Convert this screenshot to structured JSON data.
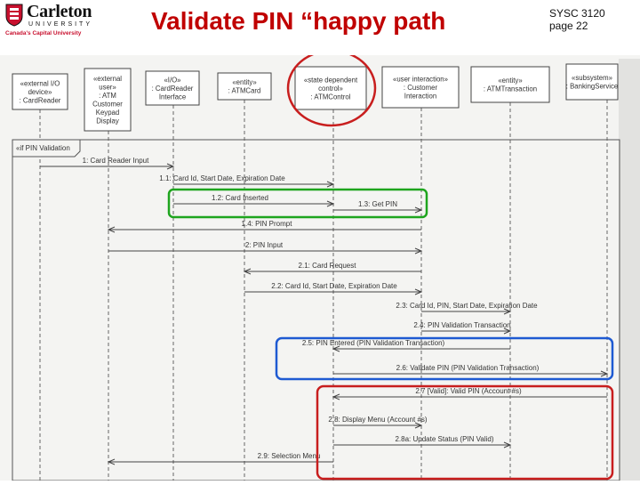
{
  "header": {
    "logo": {
      "name": "Carleton",
      "university": "UNIVERSITY",
      "tagline": "Canada's Capital University"
    },
    "title": "Validate PIN “happy path",
    "course": "SYSC 3120",
    "page": "page 22"
  },
  "colors": {
    "title": "#c00000",
    "highlight_red": "#c81e1e",
    "highlight_green": "#1ea51e",
    "highlight_blue": "#1e5ad2",
    "ink": "#333333"
  },
  "diagram": {
    "fragment_label": "«if PIN Validation",
    "lifelines": [
      {
        "lines": [
          "«external I/O",
          "device»",
          ": CardReader"
        ]
      },
      {
        "lines": [
          "«external",
          "user»",
          ": ATM",
          "Customer",
          "Keypad",
          "Display"
        ]
      },
      {
        "lines": [
          "«I/O»",
          ": CardReader",
          "Interface"
        ]
      },
      {
        "lines": [
          "«entity»",
          ": ATMCard"
        ]
      },
      {
        "lines": [
          "«state dependent",
          "control»",
          ": ATMControl"
        ]
      },
      {
        "lines": [
          "«user interaction»",
          ": Customer",
          "Interaction"
        ]
      },
      {
        "lines": [
          "«entity»",
          ": ATMTransaction"
        ]
      },
      {
        "lines": [
          "«subsystem»",
          ": BankingService"
        ]
      }
    ],
    "messages": [
      {
        "label": "1: Card Reader Input"
      },
      {
        "label": "1.1: Card Id, Start Date, Expiration Date"
      },
      {
        "label": "1.2: Card Inserted"
      },
      {
        "label": "1.3: Get PIN"
      },
      {
        "label": "1.4: PIN Prompt"
      },
      {
        "label": "2: PIN Input"
      },
      {
        "label": "2.1: Card Request"
      },
      {
        "label": "2.2: Card Id, Start Date, Expiration Date"
      },
      {
        "label": "2.3: Card Id, PIN, Start Date, Expiration Date"
      },
      {
        "label": "2.4: PIN Validation Transaction"
      },
      {
        "label": "2.5: PIN Entered (PIN Validation Transaction)"
      },
      {
        "label": "2.6: Validate PIN (PIN Validation Transaction)"
      },
      {
        "label": "2.7 [Valid]: Valid PIN (Account #s)"
      },
      {
        "label": "2.8: Display Menu (Account #s)"
      },
      {
        "label": "2.8a: Update Status (PIN Valid)"
      },
      {
        "label": "2.9: Selection Menu"
      }
    ]
  }
}
